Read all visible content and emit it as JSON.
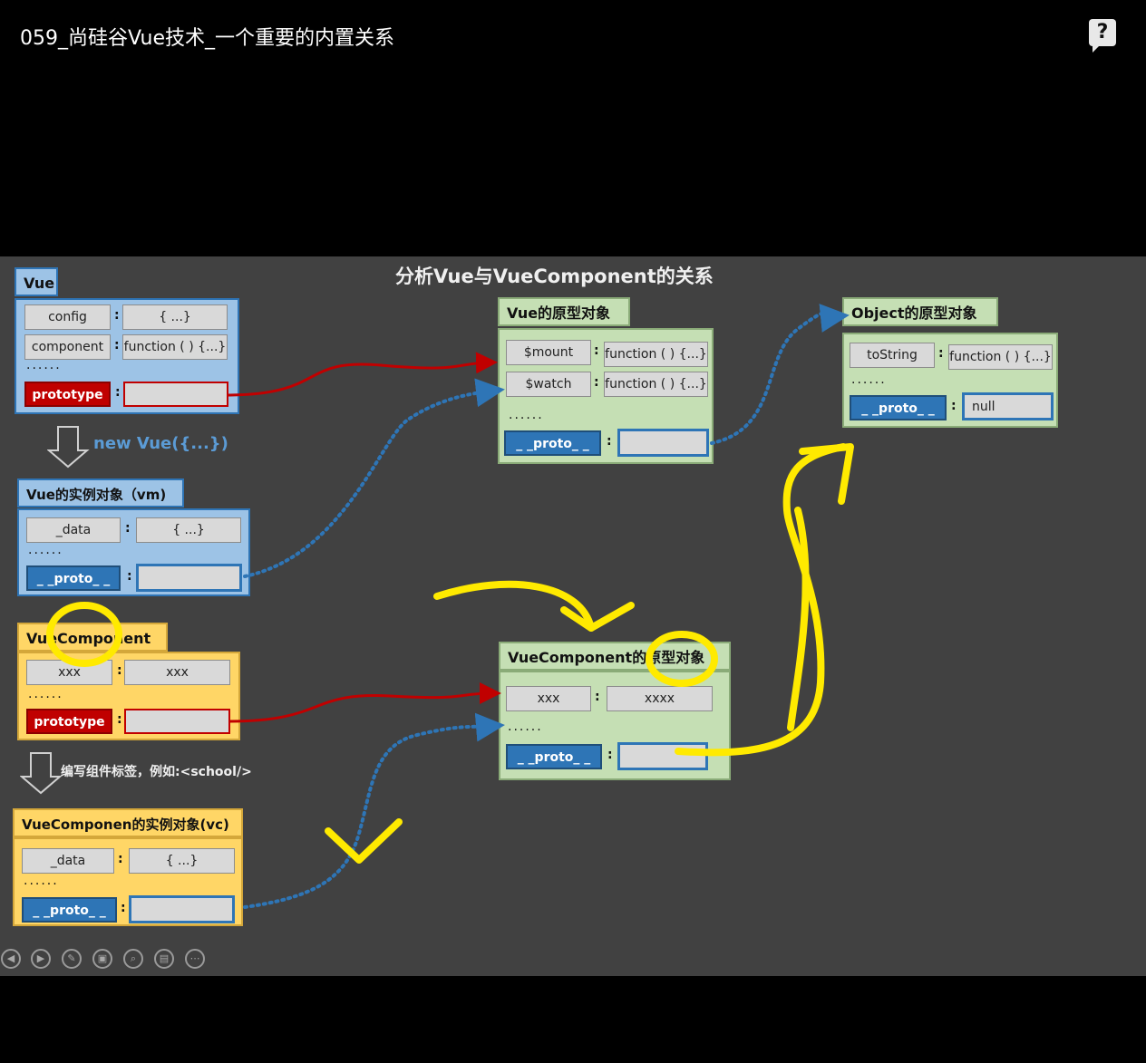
{
  "video": {
    "title": "059_尚硅谷Vue技术_一个重要的内置关系",
    "help_label": "?"
  },
  "slide": {
    "title": "分析Vue与VueComponent的关系",
    "vue": {
      "tab": "Vue",
      "rows": [
        {
          "key": "config",
          "value": "{ ...}"
        },
        {
          "key": "component",
          "value": "function ( ) {...}"
        }
      ],
      "dots": "......",
      "prototype_key": "prototype"
    },
    "new_vue_label": "new Vue({...})",
    "vm": {
      "tab": "Vue的实例对象（vm)",
      "rows": [
        {
          "key": "_data",
          "value": "{ ...}"
        }
      ],
      "dots": "......",
      "proto_key": "_ _proto_ _"
    },
    "vue_proto": {
      "tab": "Vue的原型对象",
      "rows": [
        {
          "key": "$mount",
          "value": "function ( ) {...}"
        },
        {
          "key": "$watch",
          "value": "function ( ) {...}"
        }
      ],
      "dots": "......",
      "proto_key": "_ _proto_ _"
    },
    "object_proto": {
      "tab": "Object的原型对象",
      "rows": [
        {
          "key": "toString",
          "value": "function ( ) {...}"
        }
      ],
      "dots": "......",
      "proto_key": "_ _proto_ _",
      "proto_value": "null"
    },
    "vuecomponent": {
      "tab": "VueComponent",
      "rows": [
        {
          "key": "xxx",
          "value": "xxx"
        }
      ],
      "dots": "......",
      "prototype_key": "prototype"
    },
    "vc_proto": {
      "tab": "VueComponent的原型对象",
      "rows": [
        {
          "key": "xxx",
          "value": "xxxx"
        }
      ],
      "dots": "......",
      "proto_key": "_ _proto_ _"
    },
    "write_tag_label": "编写组件标签，例如:<school/>",
    "vc": {
      "tab": "VueComponen的实例对象(vc)",
      "rows": [
        {
          "key": "_data",
          "value": "{ ...}"
        }
      ],
      "dots": "......",
      "proto_key": "_ _proto_ _"
    }
  },
  "controls": [
    "prev-icon",
    "next-icon",
    "pen-icon",
    "slides-icon",
    "zoom-icon",
    "subtitle-icon",
    "more-icon"
  ],
  "colors": {
    "vue_blue": "#9dc3e6",
    "proto_green": "#c5dfb4",
    "component_orange": "#ffd666",
    "red_arrow": "#c00000",
    "blue_arrow": "#2e75b6",
    "annotation_yellow": "#ffea00"
  }
}
